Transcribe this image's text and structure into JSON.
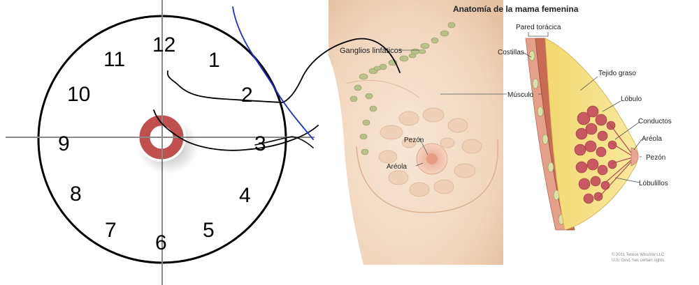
{
  "clock": {
    "numbers": [
      "12",
      "1",
      "2",
      "3",
      "4",
      "5",
      "6",
      "7",
      "8",
      "9",
      "10",
      "11"
    ]
  },
  "figure": {
    "title": "Anatomía de la mama femenina",
    "labels": {
      "ganglios": "Ganglios linfáticos",
      "pezon_front": "Pezón",
      "areola_front": "Aréola",
      "pared": "Pared torácica",
      "costillas": "Costillas",
      "musculo": "Músculo",
      "tejido": "Tejido graso",
      "lobulo": "Lóbulo",
      "conductos": "Conductos",
      "areola_side": "Aréola",
      "pezon_side": "Pezón",
      "lobulillos": "Lóbulillos"
    },
    "copyright_1": "© 2011 Terese Winslow LLC",
    "copyright_2": "U.S. Govt. has certain rights"
  },
  "colors": {
    "skin": "#f4dcc6",
    "skin_shadow": "#e8c3a5",
    "fat": "#f6e37a",
    "lobule": "#c95a62",
    "muscle": "#c96a55",
    "node": "#b9c08a",
    "marker_ring": "#c0504d",
    "annotation_black": "#000000",
    "annotation_blue": "#1a2fe0"
  }
}
